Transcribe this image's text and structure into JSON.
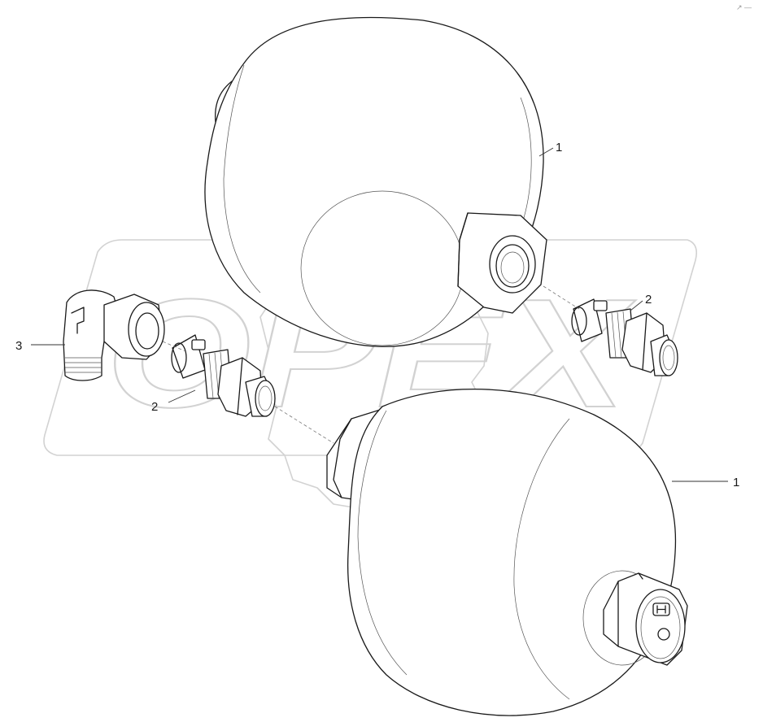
{
  "watermark": {
    "text": "OPEX",
    "color": "#d2d2d2"
  },
  "corner_mark": "↗ —",
  "callouts": [
    {
      "id": "accumulator-top",
      "label": "1"
    },
    {
      "id": "accumulator-bottom",
      "label": "1"
    },
    {
      "id": "fitting-right",
      "label": "2"
    },
    {
      "id": "fitting-left",
      "label": "2"
    },
    {
      "id": "elbow",
      "label": "3"
    }
  ],
  "colors": {
    "line": "#1a1a1a",
    "background": "#ffffff",
    "watermark": "#d2d2d2"
  }
}
